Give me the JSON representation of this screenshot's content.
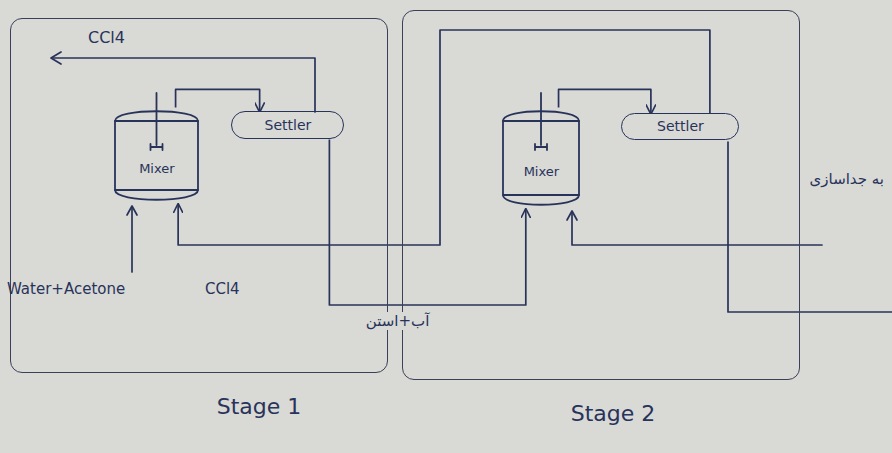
{
  "diagram": {
    "nodes": [
      {
        "text": [
          "Stage 1"
        ]
      },
      {
        "text": [
          "Stage 2"
        ]
      },
      {
        "text": [
          "Mixer"
        ],
        "in": 0
      },
      {
        "text": [
          "Settler"
        ],
        "in": 0
      },
      {
        "text": [
          "Mixer"
        ],
        "in": 1
      },
      {
        "text": [
          "Settler"
        ],
        "in": 1
      }
    ],
    "edges": [
      {
        "from": 2,
        "to": 3,
        "arrow": "to"
      },
      {
        "from": 4,
        "to": 5,
        "arrow": "to"
      },
      {
        "from": 3,
        "to": 4,
        "arrow": "to",
        "label": "آب+استن"
      },
      {
        "from": 5,
        "to": 2,
        "arrow": "to"
      }
    ],
    "labels": [
      "CCl4",
      "Water+Acetone",
      "CCl4",
      "به جداسازی"
    ]
  }
}
